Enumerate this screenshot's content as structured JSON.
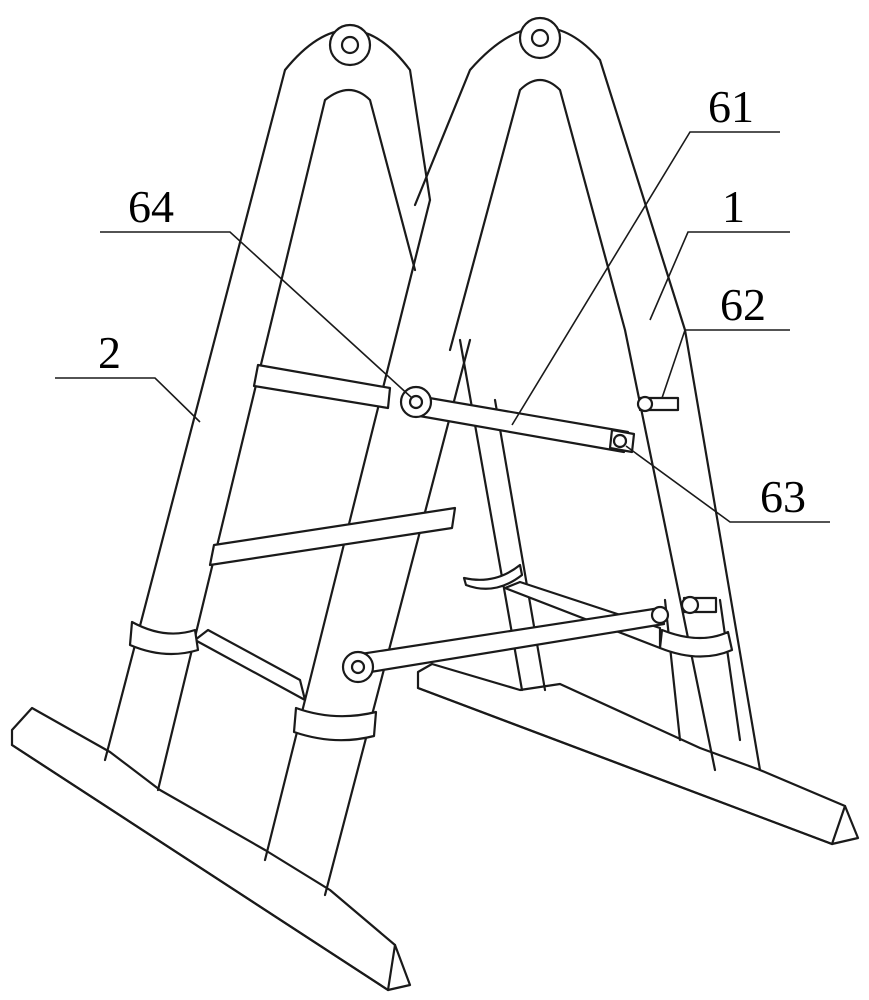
{
  "figure": {
    "labels": {
      "part_1": "1",
      "part_2": "2",
      "part_61": "61",
      "part_62": "62",
      "part_63": "63",
      "part_64": "64"
    }
  }
}
